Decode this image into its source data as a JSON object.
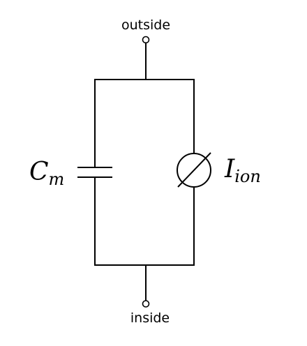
{
  "terminals": {
    "top_label": "outside",
    "bottom_label": "inside"
  },
  "components": {
    "capacitor": {
      "symbol": "C",
      "subscript": "m"
    },
    "current_source": {
      "symbol": "I",
      "subscript": "ion"
    }
  },
  "colors": {
    "line": "#000000",
    "background": "#ffffff"
  }
}
